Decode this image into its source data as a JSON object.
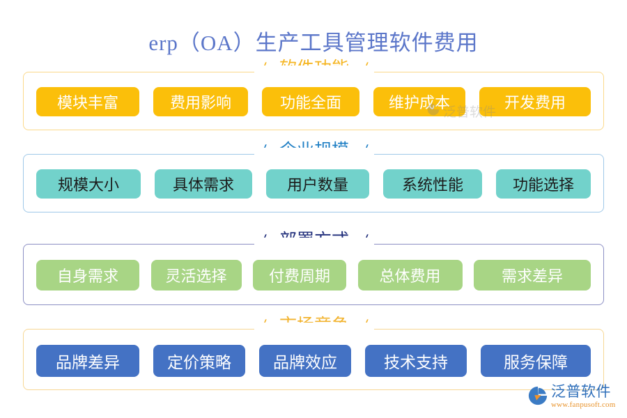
{
  "page": {
    "title": "erp（OA）生产工具管理软件费用",
    "title_color": "#5b76c9",
    "background": "#ffffff"
  },
  "sections": [
    {
      "title": "软件功能",
      "title_color": "#f5b521",
      "border_color": "#fbd98a",
      "pill_color": "#fbbf0a",
      "pill_text_color": "#ffffff",
      "slash_left": "/",
      "slash_right": "/",
      "items": [
        {
          "label": "模块丰富"
        },
        {
          "label": "费用影响"
        },
        {
          "label": "功能全面"
        },
        {
          "label": "维护成本"
        },
        {
          "label": "开发费用"
        }
      ]
    },
    {
      "title": "企业规模",
      "title_color": "#1f7fc4",
      "border_color": "#9fc8e8",
      "pill_color": "#72d2cb",
      "pill_text_color": "#1b1b1b",
      "slash_left": "/",
      "slash_right": "/",
      "items": [
        {
          "label": "规模大小"
        },
        {
          "label": "具体需求"
        },
        {
          "label": "用户数量"
        },
        {
          "label": "系统性能"
        },
        {
          "label": "功能选择"
        }
      ]
    },
    {
      "title": "部署方式",
      "title_color": "#1f2d7a",
      "border_color": "#8c8fc4",
      "pill_color": "#a8d585",
      "pill_text_color": "#ffffff",
      "slash_left": "/",
      "slash_right": "/",
      "items": [
        {
          "label": "自身需求"
        },
        {
          "label": "灵活选择"
        },
        {
          "label": "付费周期"
        },
        {
          "label": "总体费用"
        },
        {
          "label": "需求差异"
        }
      ]
    },
    {
      "title": "市场竞争",
      "title_color": "#f2b32e",
      "border_color": "#f7d794",
      "pill_color": "#4472c4",
      "pill_text_color": "#ffffff",
      "slash_left": "/",
      "slash_right": "/",
      "items": [
        {
          "label": "品牌差异"
        },
        {
          "label": "定价策略"
        },
        {
          "label": "品牌效应"
        },
        {
          "label": "技术支持"
        },
        {
          "label": "服务保障"
        }
      ]
    }
  ],
  "watermark": {
    "text": "泛普软件"
  },
  "brand": {
    "name": "泛普软件",
    "url": "www.fanpusoft.com",
    "name_color": "#2f6fba",
    "url_color": "#e8922a"
  }
}
